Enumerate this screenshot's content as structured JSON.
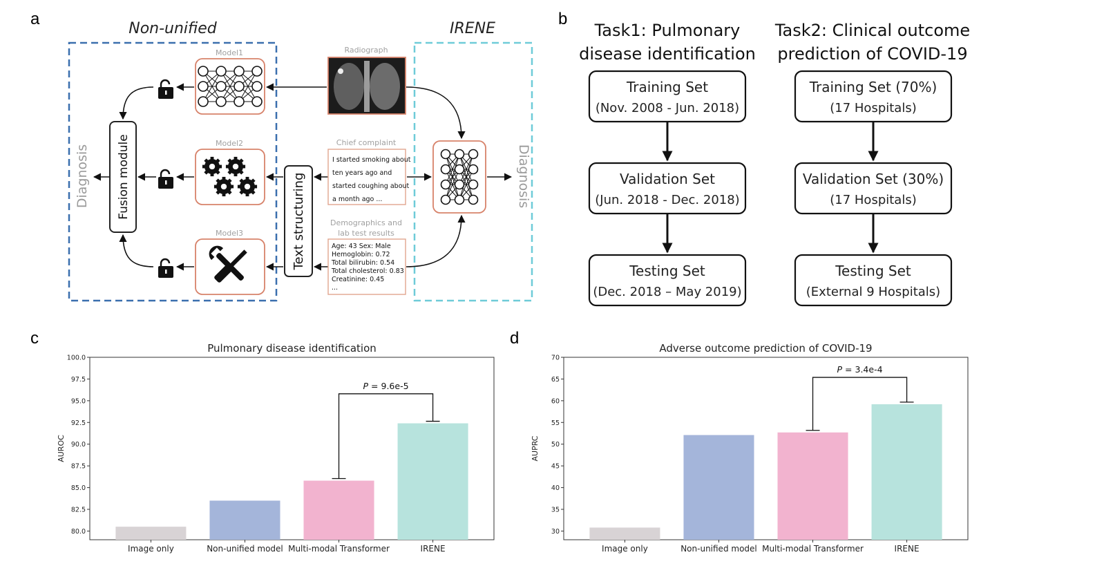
{
  "panel_a": {
    "letter": "a",
    "non_unified_title": "Non-unified",
    "irene_title": "IRENE",
    "model1": "Model1",
    "model2": "Model2",
    "model3": "Model3",
    "radiograph": "Radiograph",
    "chief_complaint": "Chief complaint",
    "complaint_lines": [
      "I started smoking about",
      "ten years ago and",
      "started coughing about",
      "a month ago ..."
    ],
    "demographics_title_lines": [
      "Demographics and",
      "lab test results"
    ],
    "demographics_lines": [
      "Age: 43 Sex: Male",
      "Hemoglobin: 0.72",
      "Total bilirubin: 0.54",
      "Total cholesterol: 0.83",
      "Creatinine: 0.45",
      "..."
    ],
    "fusion_module": "Fusion module",
    "text_structuring": "Text structuring",
    "diagnosis_left": "Diagnosis",
    "diagnosis_right": "Diagnosis",
    "colors": {
      "non_unified": "#3a6fae",
      "irene": "#6ecbd8",
      "model_border": "#d7826a"
    },
    "icons": [
      "lock-open-icon",
      "neural-network-icon",
      "gears-icon",
      "wrench-screwdriver-icon",
      "xray-image"
    ]
  },
  "panel_b": {
    "letter": "b",
    "task1_title_lines": [
      "Task1: Pulmonary",
      "disease identification"
    ],
    "task2_title_lines": [
      "Task2: Clinical outcome",
      "prediction of COVID-19"
    ],
    "task1_boxes": [
      {
        "title": "Training Set",
        "sub": "(Nov. 2008 - Jun. 2018)"
      },
      {
        "title": "Validation Set",
        "sub": "(Jun. 2018 - Dec. 2018)"
      },
      {
        "title": "Testing Set",
        "sub": "(Dec. 2018 – May 2019)"
      }
    ],
    "task2_boxes": [
      {
        "title": "Training Set (70%)",
        "sub": "(17 Hospitals)"
      },
      {
        "title": "Validation Set (30%)",
        "sub": "(17 Hospitals)"
      },
      {
        "title": "Testing Set",
        "sub": "(External 9 Hospitals)"
      }
    ]
  },
  "panel_c": {
    "letter": "c",
    "p_prefix": "P",
    "p_value": " = 9.6e-5"
  },
  "panel_d": {
    "letter": "d",
    "p_prefix": "P",
    "p_value": " = 3.4e-4"
  },
  "chart_data": [
    {
      "type": "bar",
      "title": "Pulmonary disease identification",
      "ylabel": "AUROC",
      "xlabel": "",
      "categories": [
        "Image only",
        "Non-unified model",
        "Multi-modal Transformer",
        "IRENE"
      ],
      "values": [
        80.5,
        83.5,
        85.8,
        92.4
      ],
      "ylim": [
        79.0,
        100.0
      ],
      "yticks": [
        "80.0",
        "82.5",
        "85.0",
        "87.5",
        "90.0",
        "92.5",
        "95.0",
        "97.5",
        "100.0"
      ],
      "colors": [
        "#d8d3d5",
        "#a4b5da",
        "#f2b3cf",
        "#b7e3dd"
      ],
      "grid": false,
      "annotation": "P = 9.6e-5 between Multi-modal Transformer and IRENE"
    },
    {
      "type": "bar",
      "title": "Adverse outcome prediction of COVID-19",
      "ylabel": "AUPRC",
      "xlabel": "",
      "categories": [
        "Image only",
        "Non-unified model",
        "Multi-modal Transformer",
        "IRENE"
      ],
      "values": [
        30.8,
        52.1,
        52.7,
        59.2
      ],
      "ylim": [
        28.0,
        70.0
      ],
      "yticks": [
        "30",
        "35",
        "40",
        "45",
        "50",
        "55",
        "60",
        "65",
        "70"
      ],
      "colors": [
        "#d8d3d5",
        "#a4b5da",
        "#f2b3cf",
        "#b7e3dd"
      ],
      "grid": false,
      "annotation": "P = 3.4e-4 between Multi-modal Transformer and IRENE"
    }
  ]
}
